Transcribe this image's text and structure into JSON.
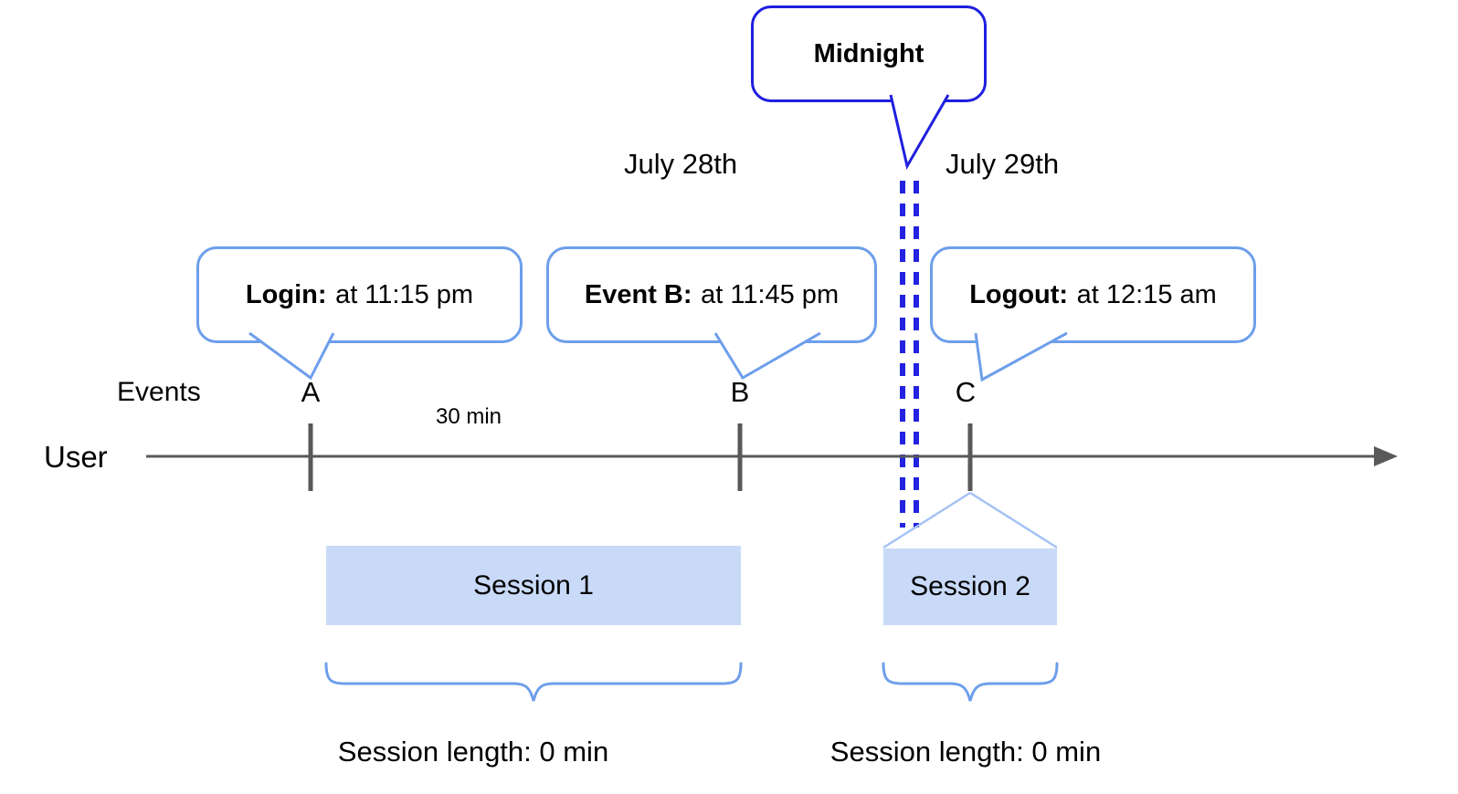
{
  "midnight_bubble": {
    "text": "Midnight"
  },
  "dates": {
    "left": "July 28th",
    "right": "July 29th"
  },
  "event_bubbles": [
    {
      "id": "login",
      "label": "Login:",
      "time": "at 11:15 pm"
    },
    {
      "id": "event-b",
      "label": "Event B:",
      "time": "at 11:45 pm"
    },
    {
      "id": "logout",
      "label": "Logout:",
      "time": "at 12:15 am"
    }
  ],
  "axis": {
    "events_label": "Events",
    "user_label": "User",
    "interval_label": "30 min",
    "ticks": [
      "A",
      "B",
      "C"
    ]
  },
  "sessions": [
    {
      "name": "Session 1",
      "length_label": "Session length: 0 min"
    },
    {
      "name": "Session 2",
      "length_label": "Session length: 0 min"
    }
  ],
  "colors": {
    "dark_blue": "#1f1fe0",
    "cornflower_blue": "#6d9eeb",
    "light_blue_fill": "#c9daf8",
    "pale_blue_line": "#a4c2f4",
    "axis_gray": "#595959"
  }
}
